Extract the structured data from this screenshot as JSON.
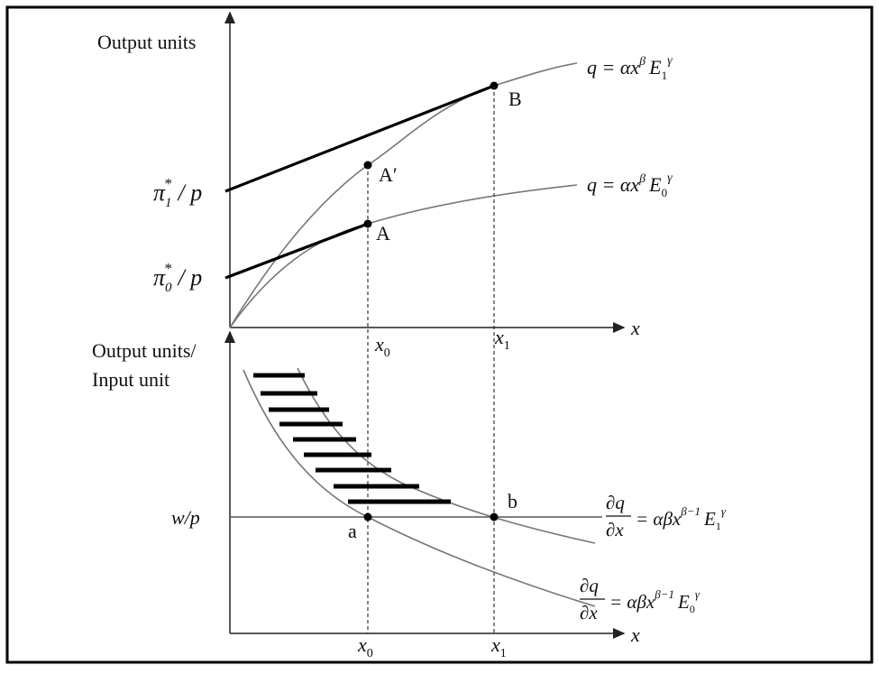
{
  "top_panel": {
    "y_axis_title": "Output units",
    "x_axis_label": "x",
    "x_ticks": [
      "x0",
      "x1"
    ],
    "y_intercept_labels": {
      "pi1": {
        "pi": "π",
        "sub": "1",
        "sup": "*",
        "rest": " / p"
      },
      "pi0": {
        "pi": "π",
        "sub": "0",
        "sup": "*",
        "rest": " / p"
      }
    },
    "points": {
      "B": "B",
      "A_prime": "A′",
      "A": "A"
    },
    "curve_upper": {
      "text": "q = αx",
      "exp": "β",
      "E": "E",
      "sub": "1",
      "sup": "γ"
    },
    "curve_lower": {
      "text": "q = αx",
      "exp": "β",
      "E": "E",
      "sub": "0",
      "sup": "γ"
    }
  },
  "bottom_panel": {
    "y_axis_title_line1": "Output units/",
    "y_axis_title_line2": "Input unit",
    "x_axis_label": "x",
    "x_ticks": [
      "x0",
      "x1"
    ],
    "price_ratio_label": "w/p",
    "points": {
      "b": "b",
      "a": "a"
    },
    "mp_upper": {
      "num": "∂q",
      "den": "∂x",
      "rhs": "= αβx",
      "exp": "β−1",
      "E": "E",
      "sub": "1",
      "sup": "γ"
    },
    "mp_lower": {
      "num": "∂q",
      "den": "∂x",
      "rhs": "= αβx",
      "exp": "β−1",
      "E": "E",
      "sub": "0",
      "sup": "γ"
    }
  },
  "colors": {
    "frame": "#000000",
    "curve": "#777777",
    "lines": "#000000"
  }
}
